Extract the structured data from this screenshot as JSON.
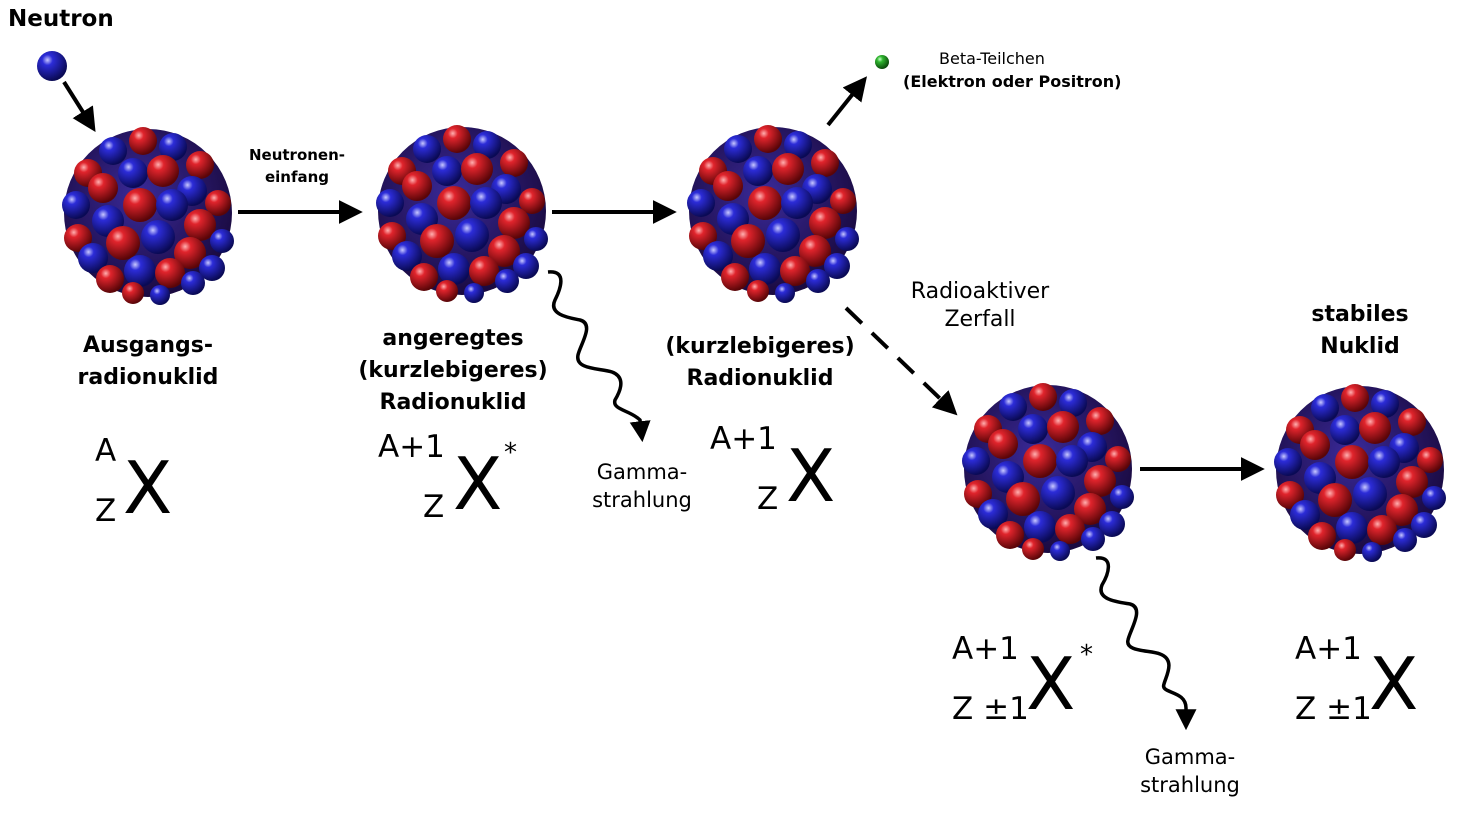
{
  "title": "Neutron",
  "colors": {
    "proton": "#c0141c",
    "neutron": "#2a2ad0",
    "beta_particle": "#2fb52f",
    "arrow": "#000000",
    "background": "#ffffff"
  },
  "arrows": {
    "neutron_capture": {
      "line1": "Neutronen-",
      "line2": "einfang"
    },
    "radioactive_decay": {
      "line1": "Radioaktiver",
      "line2": "Zerfall"
    }
  },
  "beta": {
    "line1": "Beta-Teilchen",
    "line2": "(Elektron oder Positron)"
  },
  "gamma_1": {
    "line1": "Gamma-",
    "line2": "strahlung"
  },
  "gamma_2": {
    "line1": "Gamma-",
    "line2": "strahlung"
  },
  "stages": [
    {
      "label_lines": [
        "Ausgangs-",
        "radionuklid"
      ],
      "notation": {
        "superscript": "A",
        "subscript": "Z",
        "symbol": "X",
        "excited": ""
      }
    },
    {
      "label_lines": [
        "angeregtes",
        "(kurzlebigeres)",
        "Radionuklid"
      ],
      "notation": {
        "superscript": "A+1",
        "subscript": "Z",
        "symbol": "X",
        "excited": "*"
      }
    },
    {
      "label_lines": [
        "(kurzlebigeres)",
        "Radionuklid"
      ],
      "notation": {
        "superscript": "A+1",
        "subscript": "Z",
        "symbol": "X",
        "excited": ""
      }
    },
    {
      "label_lines": [],
      "notation": {
        "superscript": "A+1",
        "subscript": "Z ±1",
        "symbol": "X",
        "excited": "*"
      }
    },
    {
      "label_lines": [
        "stabiles",
        "Nuklid"
      ],
      "notation": {
        "superscript": "A+1",
        "subscript": "Z ±1",
        "symbol": "X",
        "excited": ""
      }
    }
  ]
}
